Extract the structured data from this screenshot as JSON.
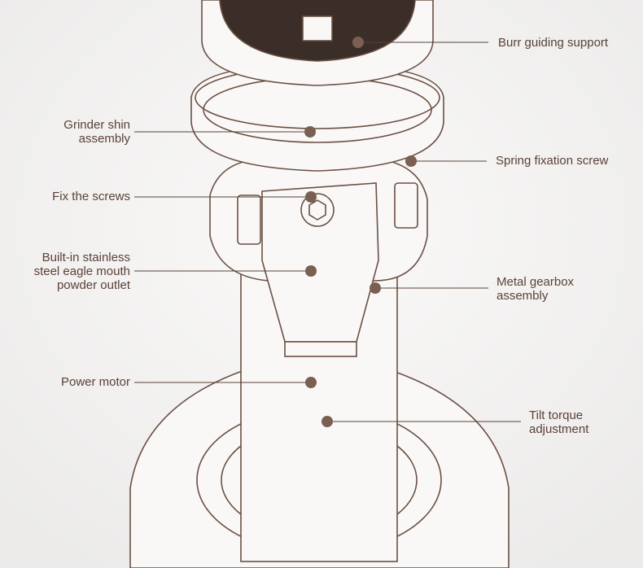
{
  "colors": {
    "line": "#5a4035",
    "dot": "#7a5f52",
    "text": "#5a4136",
    "bg": "#f4f2f1"
  },
  "labels": {
    "burr": "Burr guiding support",
    "shin": [
      "Grinder shin",
      "assembly"
    ],
    "spring": "Spring fixation screw",
    "fix": "Fix the screws",
    "outlet": [
      "Built-in stainless",
      "steel eagle mouth",
      "powder outlet"
    ],
    "gearbox": [
      "Metal gearbox",
      "assembly"
    ],
    "motor": "Power motor",
    "tilt": [
      "Tilt torque",
      "adjustment"
    ]
  }
}
